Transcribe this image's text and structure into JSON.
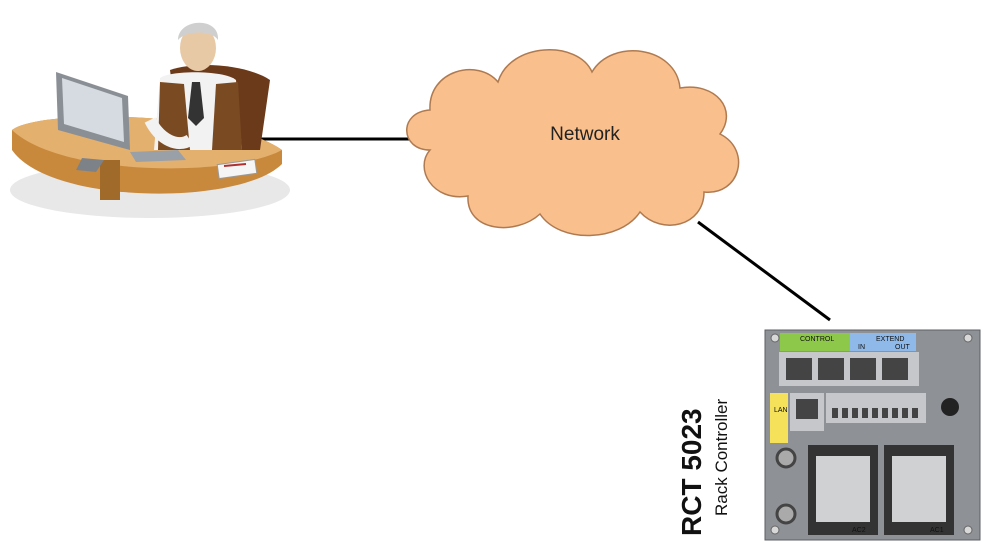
{
  "diagram": {
    "cloud_label": "Network",
    "device": {
      "model": "RCT 5023",
      "name": "Rack Controller",
      "panel_labels": {
        "control": "CONTROL",
        "extend": "EXTEND",
        "in": "IN",
        "out": "OUT",
        "lan": "LAN",
        "ac1": "AC1",
        "ac2": "AC2"
      }
    },
    "colors": {
      "cloud_fill": "#f9c08d",
      "cloud_stroke": "#b07a50",
      "device_green": "#b9d58c",
      "panel_gray": "#8e9196",
      "control_green": "#8ec84a",
      "extend_blue": "#8fb9e8",
      "lan_yellow": "#f5e15a",
      "connector": "#000000"
    },
    "icons": [
      "person-at-computer-icon",
      "cloud-icon",
      "rack-controller-device-icon"
    ]
  }
}
